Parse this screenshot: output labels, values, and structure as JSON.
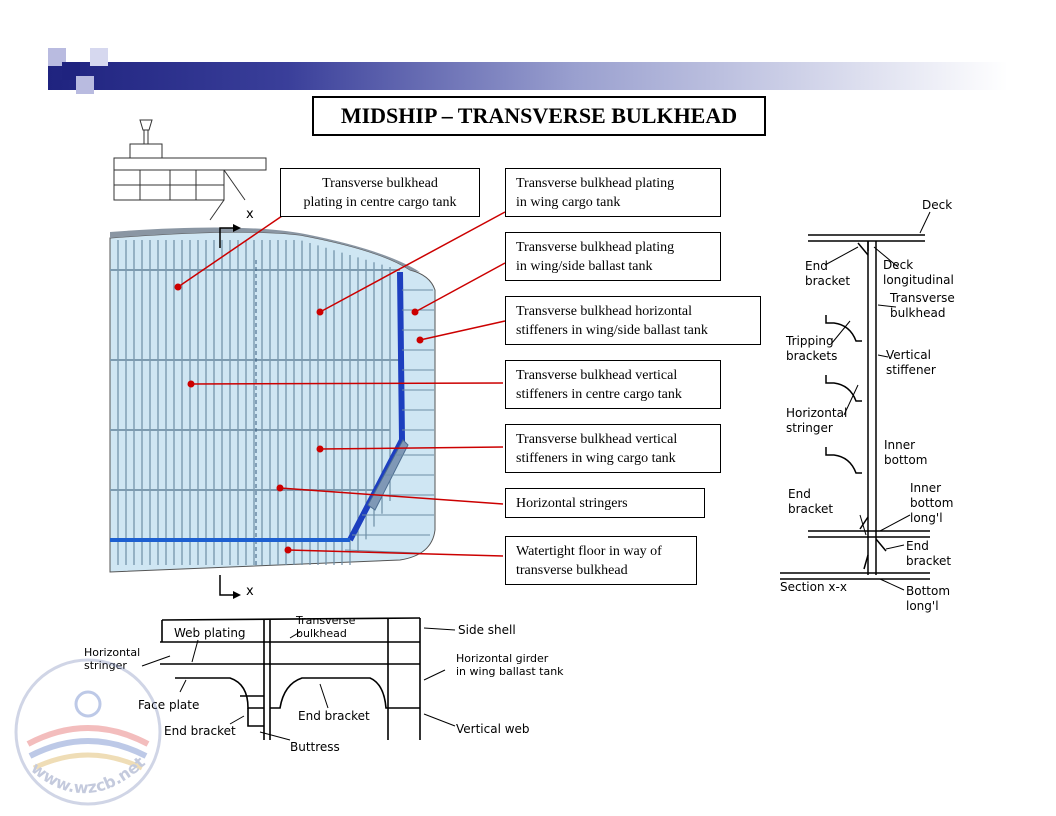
{
  "title": "MIDSHIP – TRANSVERSE BULKHEAD",
  "callouts": [
    {
      "lines": [
        "Transverse bulkhead",
        "plating in centre cargo tank"
      ]
    },
    {
      "lines": [
        "Transverse bulkhead plating",
        "in wing cargo tank"
      ]
    },
    {
      "lines": [
        "Transverse bulkhead plating",
        "in wing/side ballast tank"
      ]
    },
    {
      "lines": [
        "Transverse bulkhead horizontal",
        "stiffeners in wing/side ballast tank"
      ]
    },
    {
      "lines": [
        "Transverse bulkhead vertical",
        "stiffeners in centre cargo tank"
      ]
    },
    {
      "lines": [
        "Transverse bulkhead vertical",
        "stiffeners in wing cargo tank"
      ]
    },
    {
      "lines": [
        "Horizontal stringers"
      ]
    },
    {
      "lines": [
        "Watertight floor in way of",
        "transverse bulkhead"
      ]
    }
  ],
  "section_marks": {
    "top": "x",
    "bottom": "x"
  },
  "section_diagram": {
    "deck": "Deck",
    "end_bracket_top": [
      "End",
      "bracket"
    ],
    "deck_longitudinal": [
      "Deck",
      "longitudinal"
    ],
    "transverse_bulkhead": [
      "Transverse",
      "bulkhead"
    ],
    "tripping_brackets": [
      "Tripping",
      "brackets"
    ],
    "vertical_stiffener": [
      "Vertical",
      "stiffener"
    ],
    "horizontal_stringer": [
      "Horizontal",
      "stringer"
    ],
    "inner_bottom": [
      "Inner",
      "bottom"
    ],
    "end_bracket_mid": [
      "End",
      "bracket"
    ],
    "inner_bottom_long": [
      "Inner",
      "bottom",
      "long'l"
    ],
    "end_bracket_low": [
      "End",
      "bracket"
    ],
    "section": "Section x-x",
    "bottom_long": [
      "Bottom",
      "long'l"
    ]
  },
  "plan_diagram": {
    "web_plating": "Web plating",
    "transverse_bulkhead": [
      "Transverse",
      "bulkhead"
    ],
    "side_shell": "Side shell",
    "horizontal_stringer": [
      "Horizontal",
      "stringer"
    ],
    "horizontal_girder": [
      "Horizontal girder",
      "in wing ballast tank"
    ],
    "face_plate": "Face plate",
    "end_bracket_left": "End bracket",
    "end_bracket_mid": "End bracket",
    "buttress": "Buttress",
    "vertical_web": "Vertical web"
  },
  "watermark": "www.wzcb.net",
  "colors": {
    "header_dark": "#1f237f",
    "pointer": "#cc0000",
    "hull_fill": "#cfe6f3",
    "blue_member": "#1d3fbf"
  }
}
